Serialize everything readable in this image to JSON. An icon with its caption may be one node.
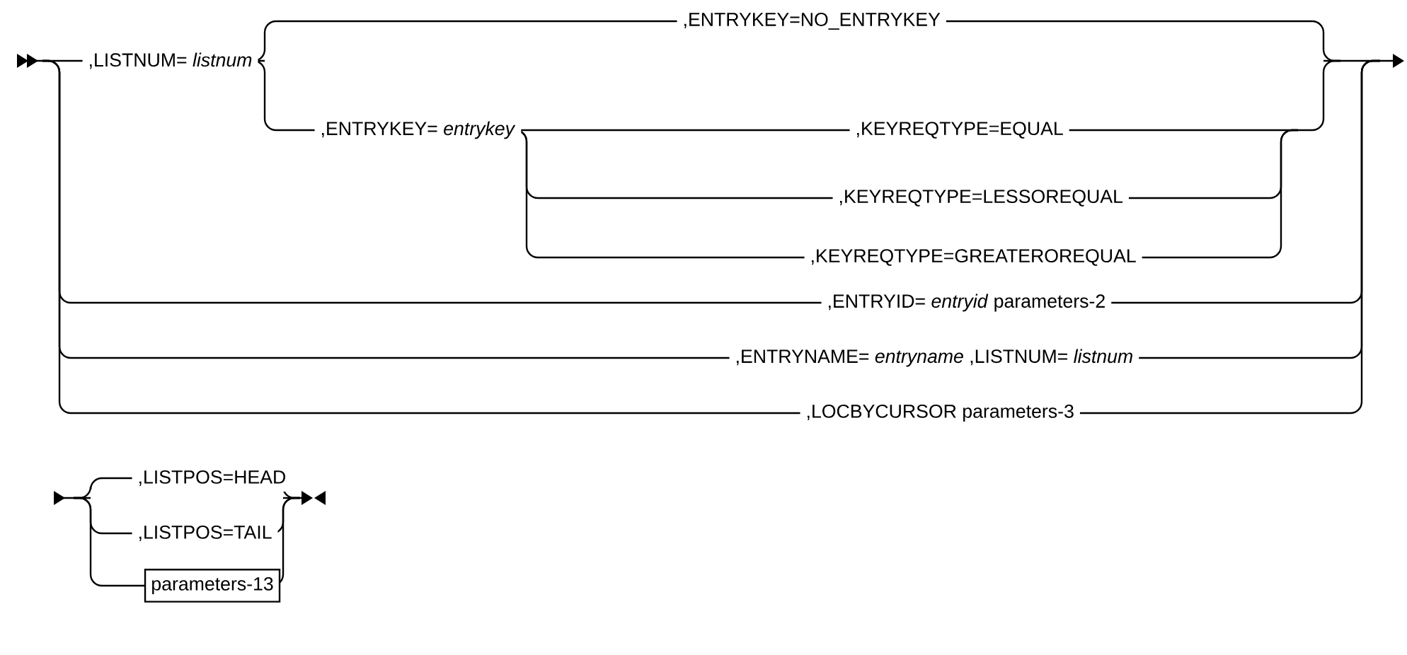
{
  "diagram": {
    "nodes": [
      {
        "text": [
          "parameters-13"
        ]
      }
    ],
    "labels": [
      ",LISTNUM= *listnum*",
      ",ENTRYKEY=NO_ENTRYKEY",
      ",ENTRYKEY= *entrykey*",
      ",KEYREQTYPE=EQUAL",
      ",KEYREQTYPE=LESSOREQUAL",
      ",KEYREQTYPE=GREATEROREQUAL",
      ",ENTRYID= *entryid* parameters-2",
      ",ENTRYNAME= *entryname* ,LISTNUM= *listnum*",
      ",LOCBYCURSOR parameters-3",
      ",LISTPOS=HEAD",
      ",LISTPOS=TAIL"
    ]
  }
}
